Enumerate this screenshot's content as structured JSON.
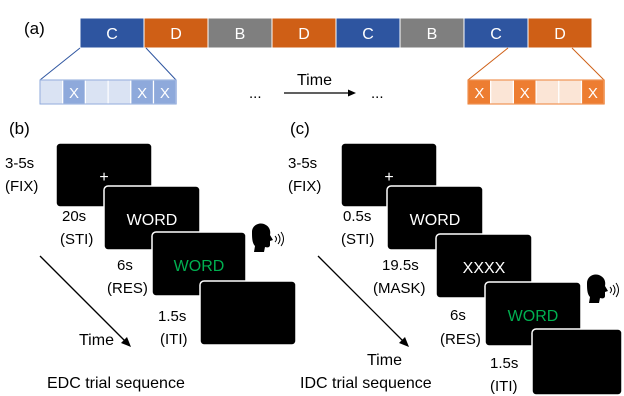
{
  "panel_a": {
    "label": "(a)",
    "blocks": [
      "C",
      "D",
      "B",
      "D",
      "C",
      "B",
      "C",
      "D"
    ],
    "left_trials": [
      "",
      "X",
      "",
      "",
      "X",
      "X"
    ],
    "right_trials": [
      "X",
      "",
      "X",
      "",
      "",
      "X"
    ],
    "ellipsis_left": "...",
    "ellipsis_right": "...",
    "time_label": "Time"
  },
  "panel_b": {
    "label": "(b)",
    "steps": [
      {
        "duration": "3-5s",
        "phase": "(FIX)",
        "screen_text": "+"
      },
      {
        "duration": "20s",
        "phase": "(STI)",
        "screen_text": "WORD"
      },
      {
        "duration": "6s",
        "phase": "(RES)",
        "screen_text": "WORD"
      },
      {
        "duration": "1.5s",
        "phase": "(ITI)",
        "screen_text": ""
      }
    ],
    "time_label": "Time",
    "caption": "EDC trial sequence"
  },
  "panel_c": {
    "label": "(c)",
    "steps": [
      {
        "duration": "3-5s",
        "phase": "(FIX)",
        "screen_text": "+"
      },
      {
        "duration": "0.5s",
        "phase": "(STI)",
        "screen_text": "WORD"
      },
      {
        "duration": "19.5s",
        "phase": "(MASK)",
        "screen_text": "XXXX"
      },
      {
        "duration": "6s",
        "phase": "(RES)",
        "screen_text": "WORD"
      },
      {
        "duration": "1.5s",
        "phase": "(ITI)",
        "screen_text": ""
      }
    ],
    "time_label": "Time",
    "caption": "IDC trial sequence"
  },
  "colors": {
    "C": "#2E55A0",
    "D": "#CF5F16",
    "B": "#7F7F7F",
    "C_light": "#DAE3F3",
    "D_light": "#FBE5D6",
    "response_word": "#00B050",
    "screen": "#000000"
  },
  "icons": {
    "speaker": "speaking-head-icon"
  }
}
